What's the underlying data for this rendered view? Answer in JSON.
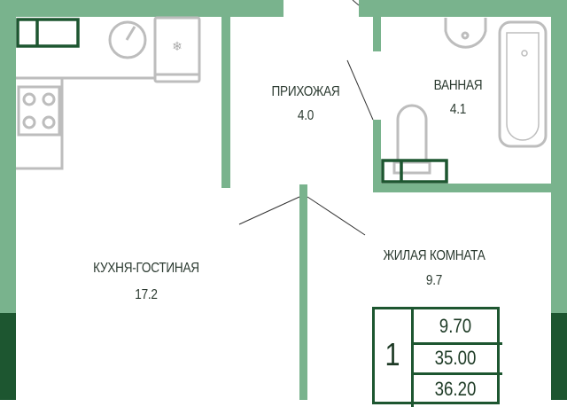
{
  "rooms": [
    {
      "name": "ПРИХОЖАЯ",
      "area": "4.0"
    },
    {
      "name": "ВАННАЯ",
      "area": "4.1"
    },
    {
      "name": "КУХНЯ-ГОСТИНАЯ",
      "area": "17.2"
    },
    {
      "name": "ЖИЛАЯ КОМНАТА",
      "area": "9.7"
    }
  ],
  "summary": {
    "rooms_count": "1",
    "living_area": "9.70",
    "total_area": "35.00",
    "total_area_with_balcony": "36.20"
  },
  "colors": {
    "wall": "#79b38d",
    "dark": "#1d5630",
    "fixture": "#b8b8b8"
  }
}
